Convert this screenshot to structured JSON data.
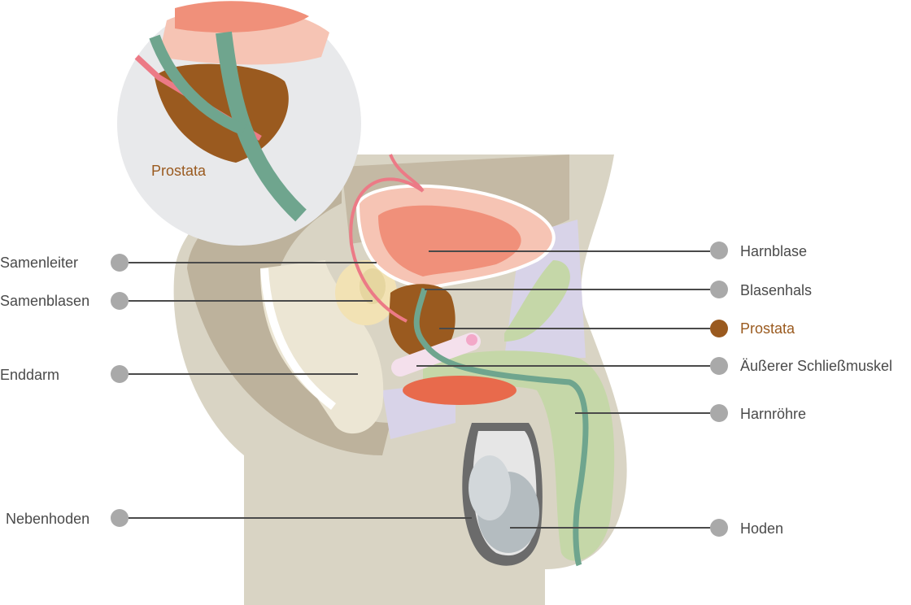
{
  "inset": {
    "label": "Prostata"
  },
  "labels_left": {
    "samenleiter": "Samenleiter",
    "samenblasen": "Samenblasen",
    "enddarm": "Enddarm",
    "nebenhoden": "Nebenhoden"
  },
  "labels_right": {
    "harnblase": "Harnblase",
    "blasenhals": "Blasenhals",
    "prostata": "Prostata",
    "schliessmuskel": "Äußerer Schließmuskel",
    "harnroehre": "Harnröhre",
    "hoden": "Hoden"
  },
  "colors": {
    "accent": "#9a5a1f",
    "marker": "#a9a9a9",
    "line": "#4a4a4a",
    "prostate": "#9a5a1f",
    "bladder": "#f0907a",
    "urethra": "#6fa58e"
  }
}
